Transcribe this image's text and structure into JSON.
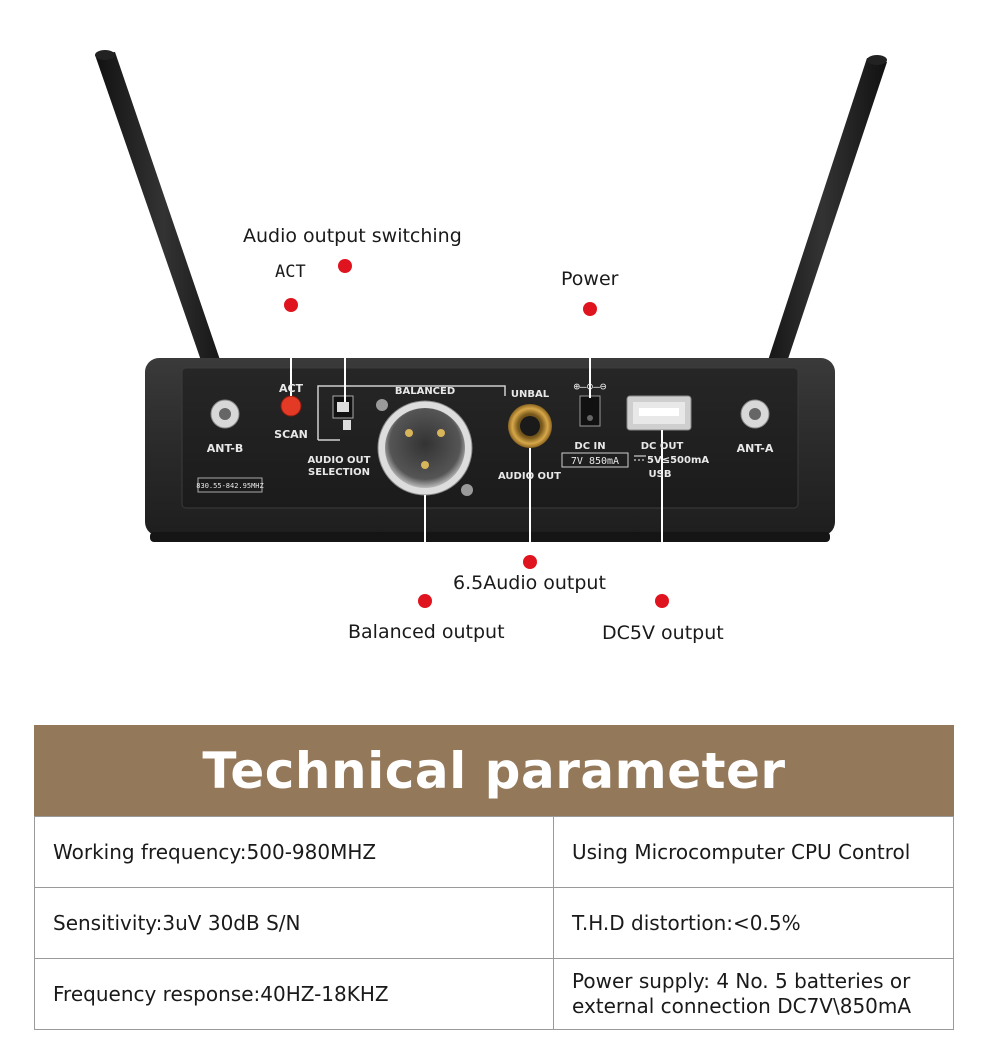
{
  "callouts": {
    "audio_output_switching": "Audio output switching",
    "act": "ACT",
    "power": "Power",
    "audio_6_5": "6.5Audio output",
    "balanced_output": "Balanced output",
    "dc5v_output": "DC5V output"
  },
  "panel": {
    "act": "ACT",
    "scan": "SCAN",
    "ant_b": "ANT-B",
    "ant_a": "ANT-A",
    "balanced": "BALANCED",
    "unbal": "UNBAL",
    "audio_out_selection_1": "AUDIO OUT",
    "audio_out_selection_2": "SELECTION",
    "audio_out": "AUDIO OUT",
    "dc_in": "DC IN",
    "dc_in_rating": "7V 850mA",
    "dc_out": "DC OUT",
    "dc_out_rating": "5V≤500mA",
    "usb": "USB",
    "freq_sticker": "830.55-842.95MHZ",
    "polarity": "⊕–⊙–⊖"
  },
  "section_title": "Technical parameter",
  "specs": [
    {
      "left": "Working frequency:500-980MHZ",
      "right": "Using Microcomputer CPU Control"
    },
    {
      "left": "Sensitivity:3uV 30dB S/N",
      "right": "T.H.D distortion:<0.5%"
    },
    {
      "left": "Frequency response:40HZ-18KHZ",
      "right": "Power supply: 4 No. 5 batteries or\nexternal connection DC7V\\850mA"
    }
  ],
  "colors": {
    "banner": "#94785a",
    "callout_dot": "#e0141e",
    "panel": "#2b2b2b"
  }
}
